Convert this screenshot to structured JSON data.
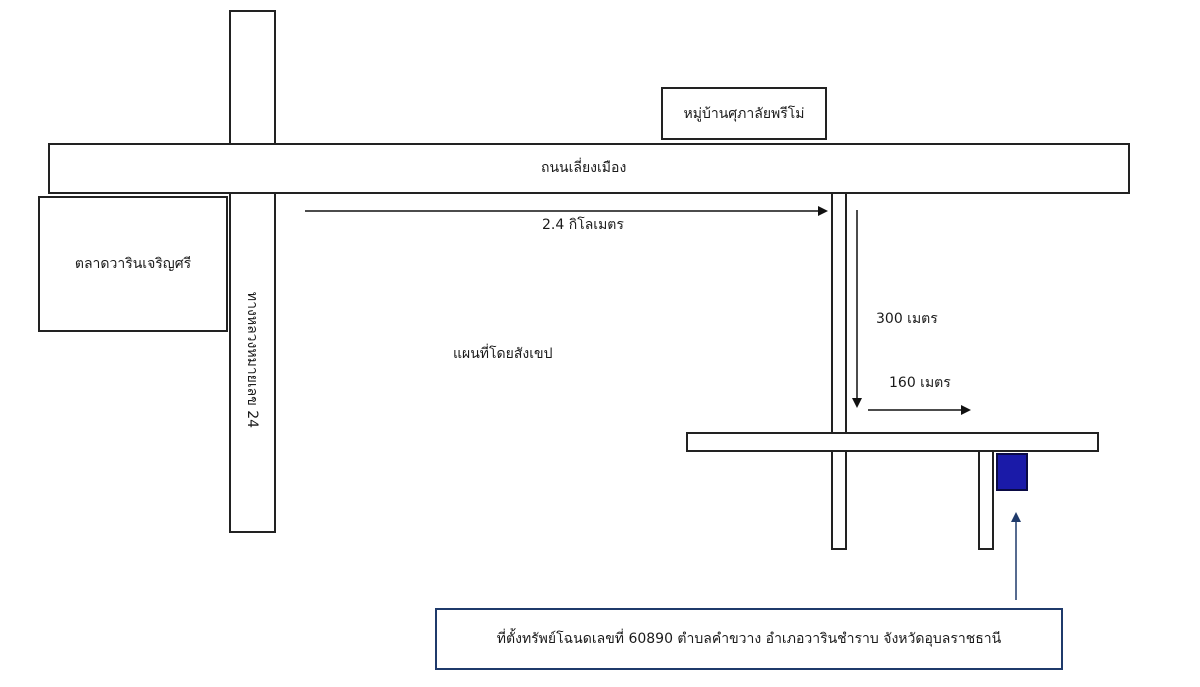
{
  "map": {
    "main_road_label": "ถนนเลี่ยงเมือง",
    "village_label": "หมู่บ้านศุภาลัยพรีโม่",
    "market_label": "ตลาดวารินเจริญศรี",
    "highway_label": "ทางหลวงหมายเลข 24",
    "sketch_label": "แผนที่โดยสังเขป",
    "distance_1": "2.4 กิโลเมตร",
    "distance_2": "300 เมตร",
    "distance_3": "160 เมตร",
    "location_caption": "ที่ตั้งทรัพย์โฉนดเลขที่ 60890 ตำบลคำขวาง อำเภอวารินชำราบ จังหวัดอุบลราชธานี",
    "property_color": "#1a1aa8",
    "caption_border_color": "#1f3a6b"
  }
}
